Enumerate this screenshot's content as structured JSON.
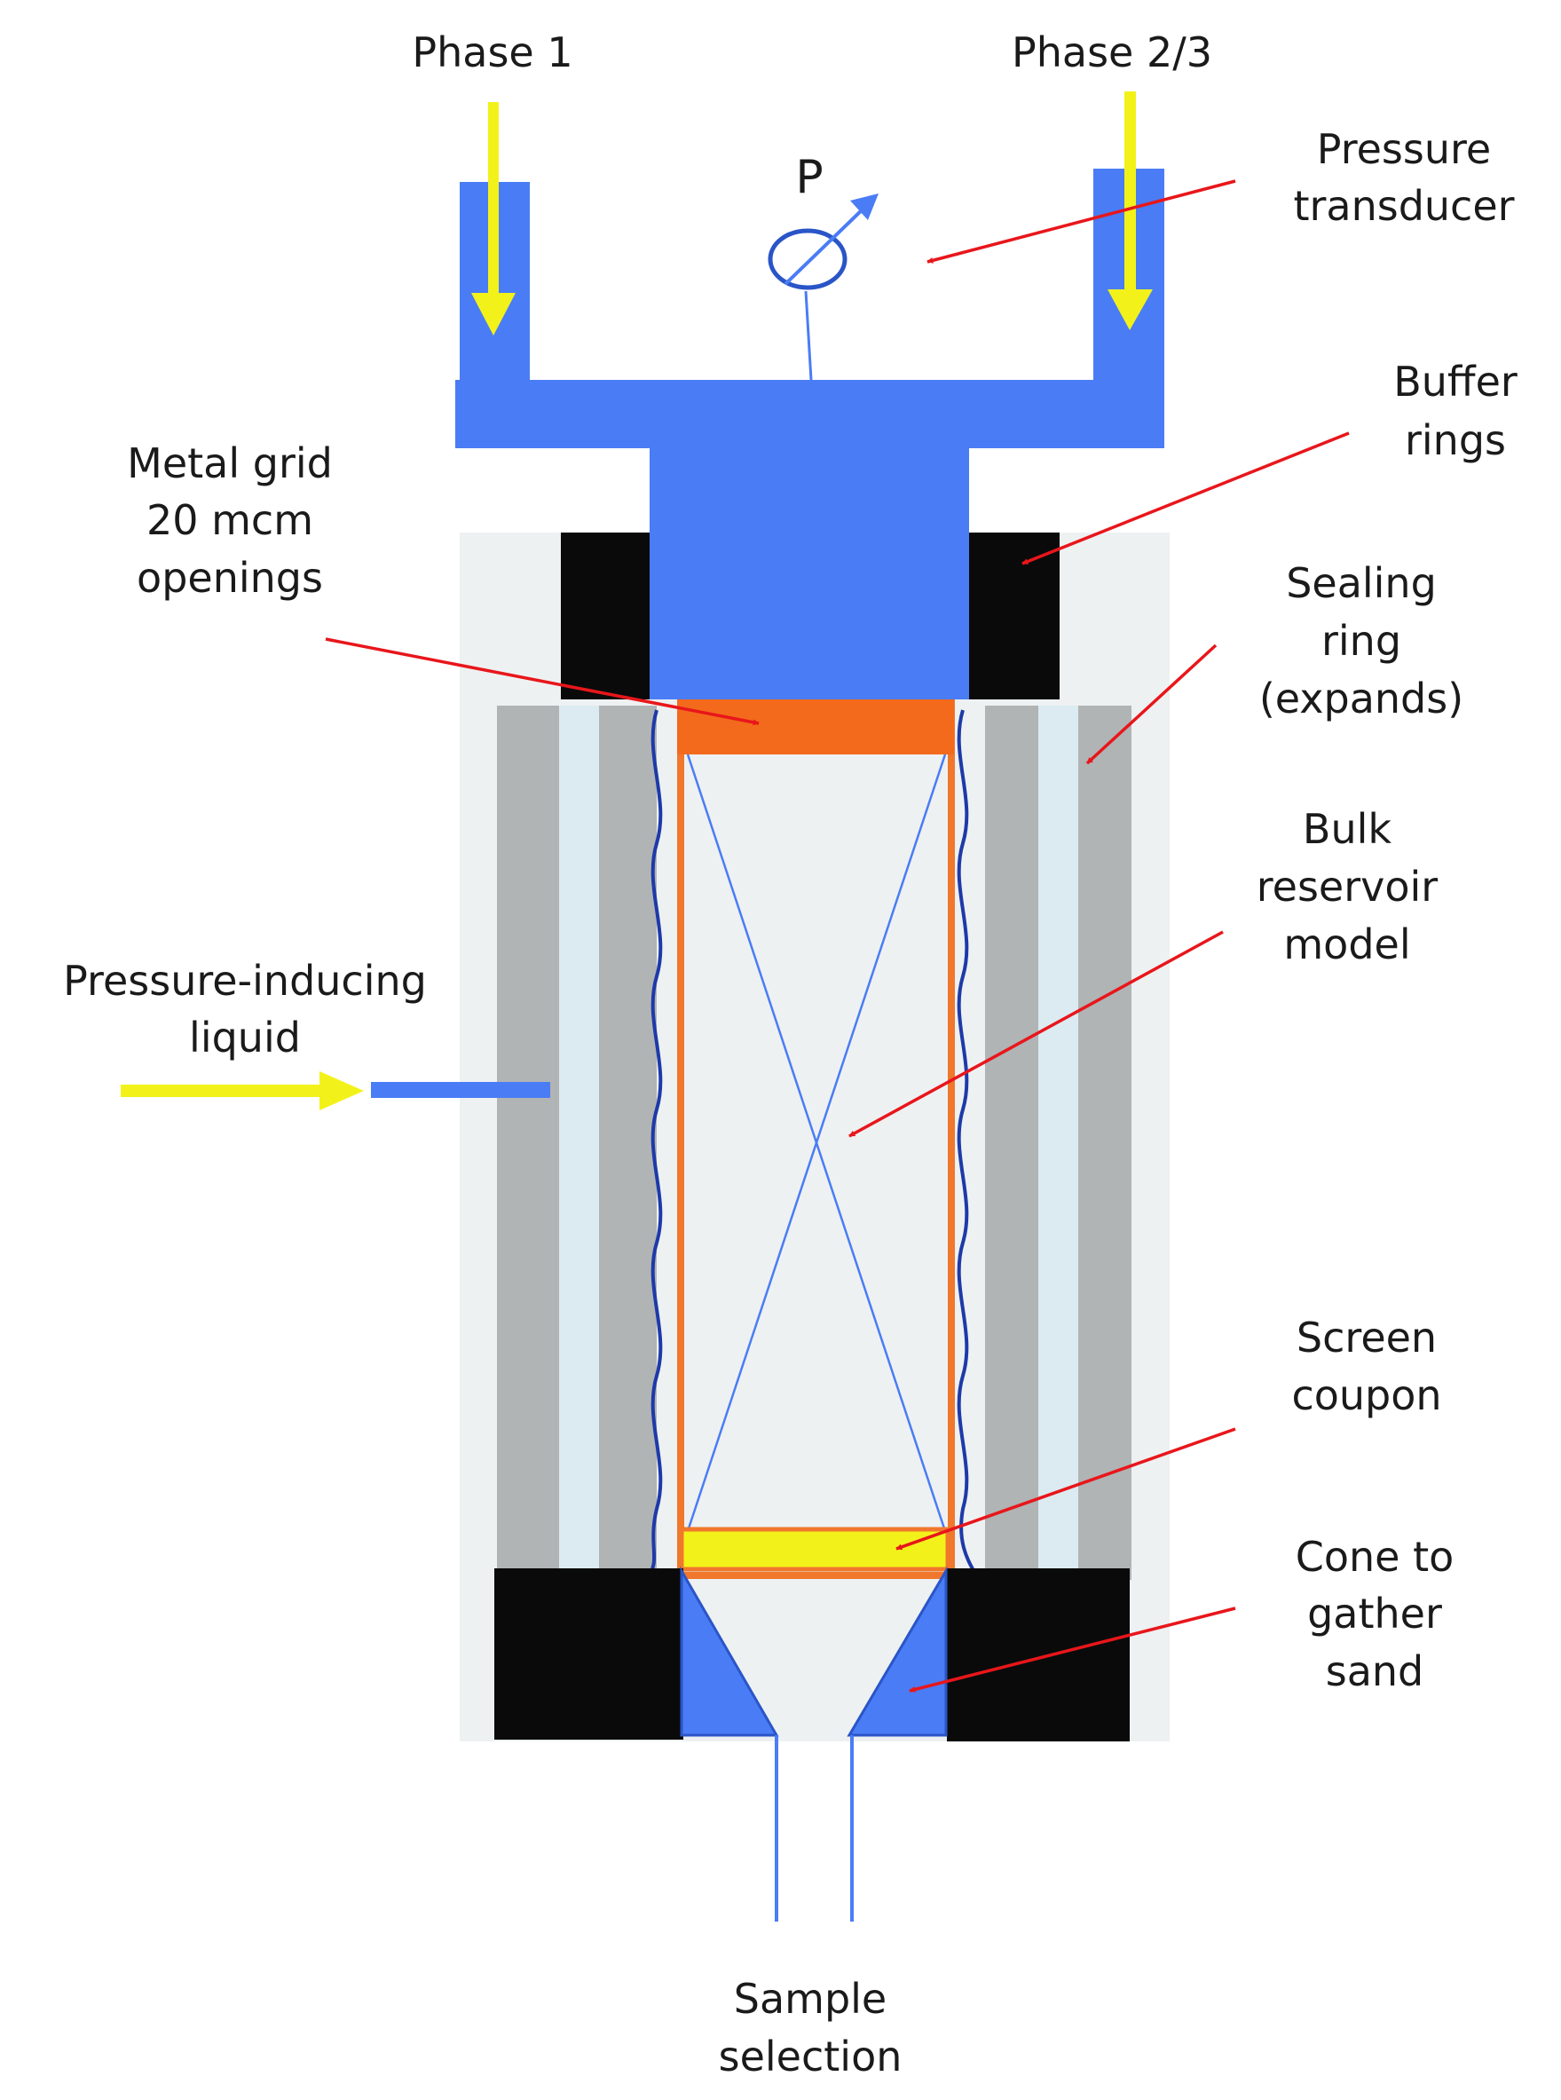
{
  "labels": {
    "phase1": "Phase 1",
    "phase23": "Phase 2/3",
    "pressure_symbol": "P",
    "pressure_transducer": [
      "Pressure",
      "transducer"
    ],
    "buffer_rings": [
      "Buffer",
      "rings"
    ],
    "metal_grid": [
      "Metal grid",
      "20 mcm",
      "openings"
    ],
    "sealing_ring": [
      "Sealing",
      "ring",
      "(expands)"
    ],
    "bulk_reservoir": [
      "Bulk",
      "reservoir",
      "model"
    ],
    "pressure_liquid": [
      "Pressure-inducing",
      "liquid"
    ],
    "screen_coupon": [
      "Screen",
      "coupon"
    ],
    "cone": [
      "Cone to",
      "gather",
      "sand"
    ],
    "sample_selection": [
      "Sample",
      "selection"
    ]
  },
  "colors": {
    "blue_fluid": "#4a7cf5",
    "yellow_arrow": "#f2f21a",
    "red_pointer": "#e8161b",
    "orange_grid": "#f36a1c",
    "orange_frame": "#f0772c",
    "gray_wall": "#b0b4b4",
    "sealing_fill": "#dcebf2",
    "housing": "#eef1f2",
    "black_ring": "#0a0a0a",
    "wavy_line": "#1e3aa8"
  }
}
